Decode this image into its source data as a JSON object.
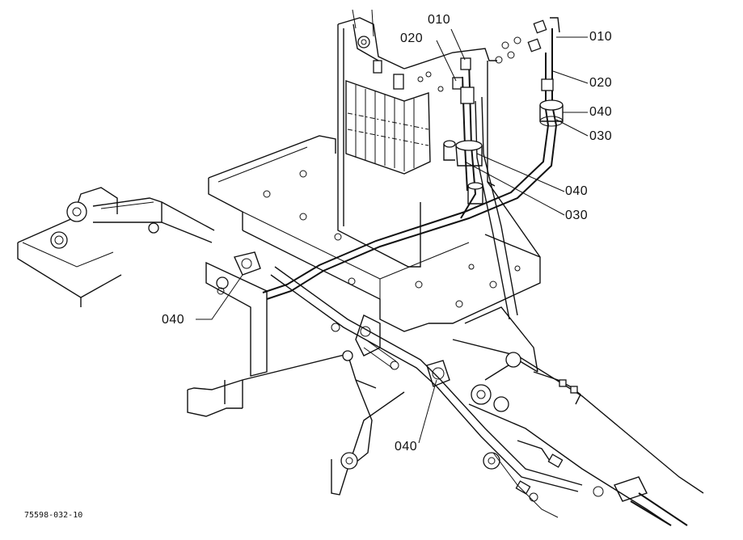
{
  "labels": {
    "l010_a": "010",
    "l020_a": "020",
    "l010_b": "010",
    "l020_b": "020",
    "l040_a": "040",
    "l030_a": "030",
    "l040_b": "040",
    "l030_b": "030",
    "l040_c": "040",
    "l040_d": "040"
  },
  "drawing_code": "75598-032-10"
}
